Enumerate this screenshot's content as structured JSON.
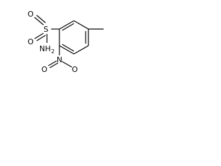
{
  "molecule": {
    "atoms": {
      "sulfur": "S",
      "oxygen_top_left": "O",
      "oxygen_bottom_left": "O",
      "amine_nitrogen": "NH",
      "amine_subscript": "2",
      "nitro_nitrogen": "N",
      "nitro_oxygen_left": "O",
      "nitro_oxygen_right": "O"
    }
  }
}
